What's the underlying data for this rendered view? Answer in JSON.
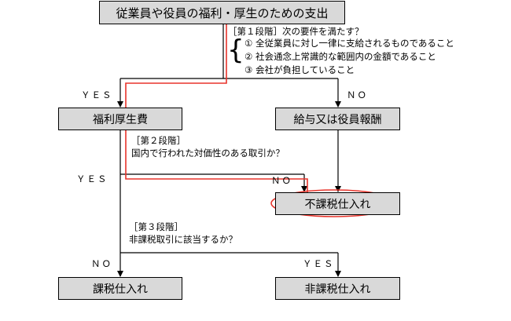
{
  "top_box": "従業員や役員の福利・厚生のための支出",
  "stage1": {
    "title": "［第１段階］次の要件を満たす？",
    "items": [
      "①  全従業員に対し一律に支給されるものであること",
      "②  社会通念上常識的な範囲内の金額であること",
      "③  会社が負担していること"
    ]
  },
  "welfare_box": "福利厚生費",
  "salary_box": "給与又は役員報酬",
  "stage2": {
    "title": "［第２段階］",
    "question": "国内で行われた対価性のある取引か？"
  },
  "non_taxable_box": "不課税仕入れ",
  "stage3": {
    "title": "［第３段階］",
    "question": "非課税取引に該当するか？"
  },
  "taxable_box": "課税仕入れ",
  "exempt_box": "非課税仕入れ",
  "labels": {
    "yes": "ＹＥＳ",
    "no": "ＮＯ"
  },
  "colors": {
    "highlight_path": "#e8342b",
    "box_fill": "#d9d9d9"
  }
}
